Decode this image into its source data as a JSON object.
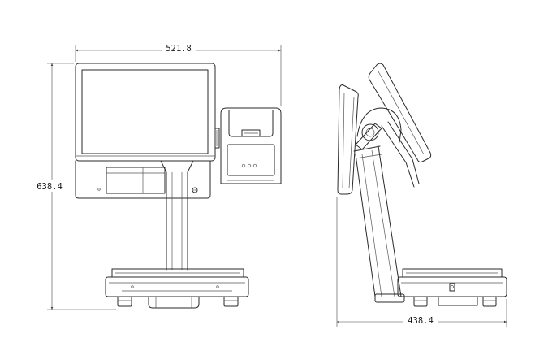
{
  "dimensions": {
    "width_label": "521.8",
    "height_label": "638.4",
    "depth_label": "438.4"
  },
  "colors": {
    "line": "#2a2a2a",
    "background": "#ffffff"
  }
}
